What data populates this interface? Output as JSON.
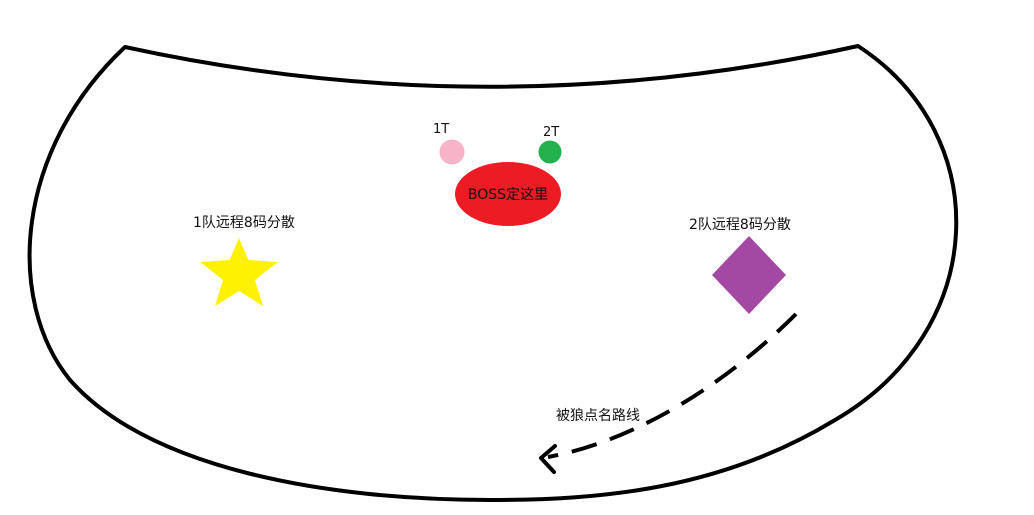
{
  "labels": {
    "tank_one": "1T",
    "tank_two": "2T",
    "boss": "BOSS定这里",
    "group_one": "1队远程8码分散",
    "group_two": "2队远程8码分散",
    "path": "被狼点名路线"
  },
  "colors": {
    "arena_outline": "#000000",
    "tank_one": "#f7b3c8",
    "tank_two": "#22b14c",
    "boss": "#ed1c24",
    "group_one_star": "#fff200",
    "group_two_diamond": "#a349a4",
    "path": "#000000"
  },
  "icons": {
    "group_one_marker": "star-icon",
    "group_two_marker": "diamond-icon",
    "path_arrow": "arrow-head-icon"
  }
}
